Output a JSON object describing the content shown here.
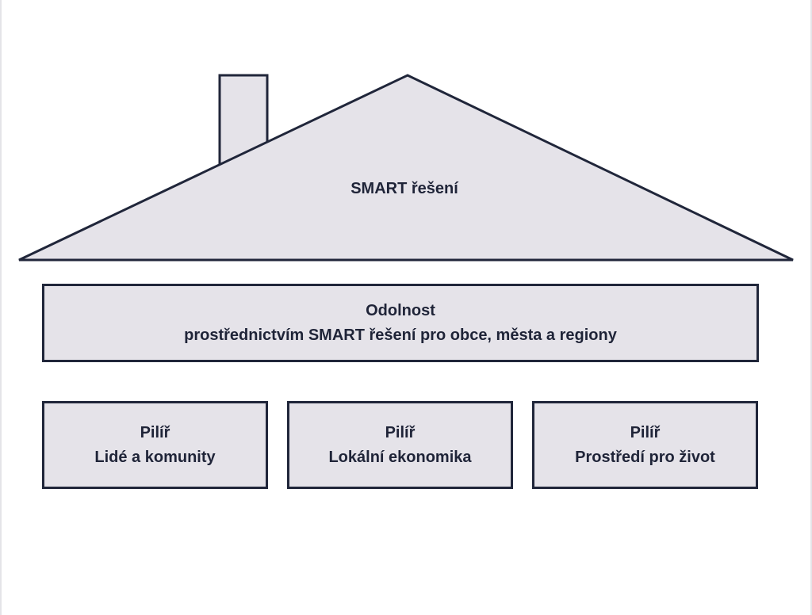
{
  "diagram": {
    "roof": {
      "label": "SMART řešení"
    },
    "band": {
      "title": "Odolnost",
      "subtitle": "prostřednictvím SMART řešení pro obce, města a regiony"
    },
    "pillars": [
      {
        "title": "Pilíř",
        "label": "Lidé a komunity"
      },
      {
        "title": "Pilíř",
        "label": "Lokální ekonomika"
      },
      {
        "title": "Pilíř",
        "label": "Prostředí pro život"
      }
    ],
    "colors": {
      "fill": "#e5e3e9",
      "stroke": "#20263a",
      "text": "#1f2438"
    }
  }
}
